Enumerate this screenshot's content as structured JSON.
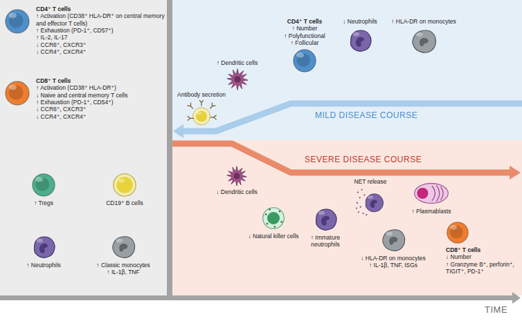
{
  "diagram": {
    "nodes": [
      {
        "text": [
          "CD4⁺ T cells",
          "↑ Activation (CD38⁺ HLA-DR⁺ on central memory and effector T cells)",
          "↑ Exhaustion (PD-1⁺, CD57⁺)",
          "↑ IL-2, IL-17",
          "↓ CCR6⁺, CXCR3⁺",
          "↓ CCR4⁺, CXCR4⁺"
        ]
      },
      {
        "text": [
          "CD8⁺ T cells",
          "↑ Activation (CD38⁺ HLA-DR⁺)",
          "↓ Naive and central memory T cells",
          "↑ Exhaustion (PD-1⁺, CD54⁺)",
          "↓ CCR6⁺, CXCR3⁺",
          "↓ CCR4⁺, CXCR4⁺"
        ]
      },
      {
        "text": [
          "↑ Tregs"
        ]
      },
      {
        "text": [
          "CD19⁺ B cells"
        ]
      },
      {
        "text": [
          "↑ Neutrophils"
        ]
      },
      {
        "text": [
          "↑ Classic monocytes",
          "↑ IL-1β, TNF"
        ]
      },
      {
        "text": [
          "Antibody secretion"
        ]
      },
      {
        "text": [
          "↑ Dendritic cells"
        ]
      },
      {
        "text": [
          "CD4⁺ T cells",
          "↑ Number",
          "↑ Polyfunctional",
          "↑ Follicular"
        ]
      },
      {
        "text": [
          "↓ Neutrophils"
        ]
      },
      {
        "text": [
          "↑ HLA-DR on monocytes"
        ]
      },
      {
        "text": [
          "↓ Dendritic cells"
        ]
      },
      {
        "text": [
          "↓ Natural killer cells"
        ]
      },
      {
        "text": [
          "↑ Immature neutrophils"
        ]
      },
      {
        "text": [
          "NET release"
        ]
      },
      {
        "text": [
          "↓ HLA-DR on monocytes",
          "↑ IL-1β, TNF, ISGs"
        ]
      },
      {
        "text": [
          "↑ Plasmablasts"
        ]
      },
      {
        "text": [
          "CD8⁺ T cells",
          "↓ Number",
          "↑ Granzyme B⁺, perforin⁺, TIGIT⁺, PD-1⁺"
        ]
      }
    ],
    "labels": [
      "MILD DISEASE COURSE",
      "SEVERE DISEASE COURSE",
      "TIME"
    ]
  }
}
